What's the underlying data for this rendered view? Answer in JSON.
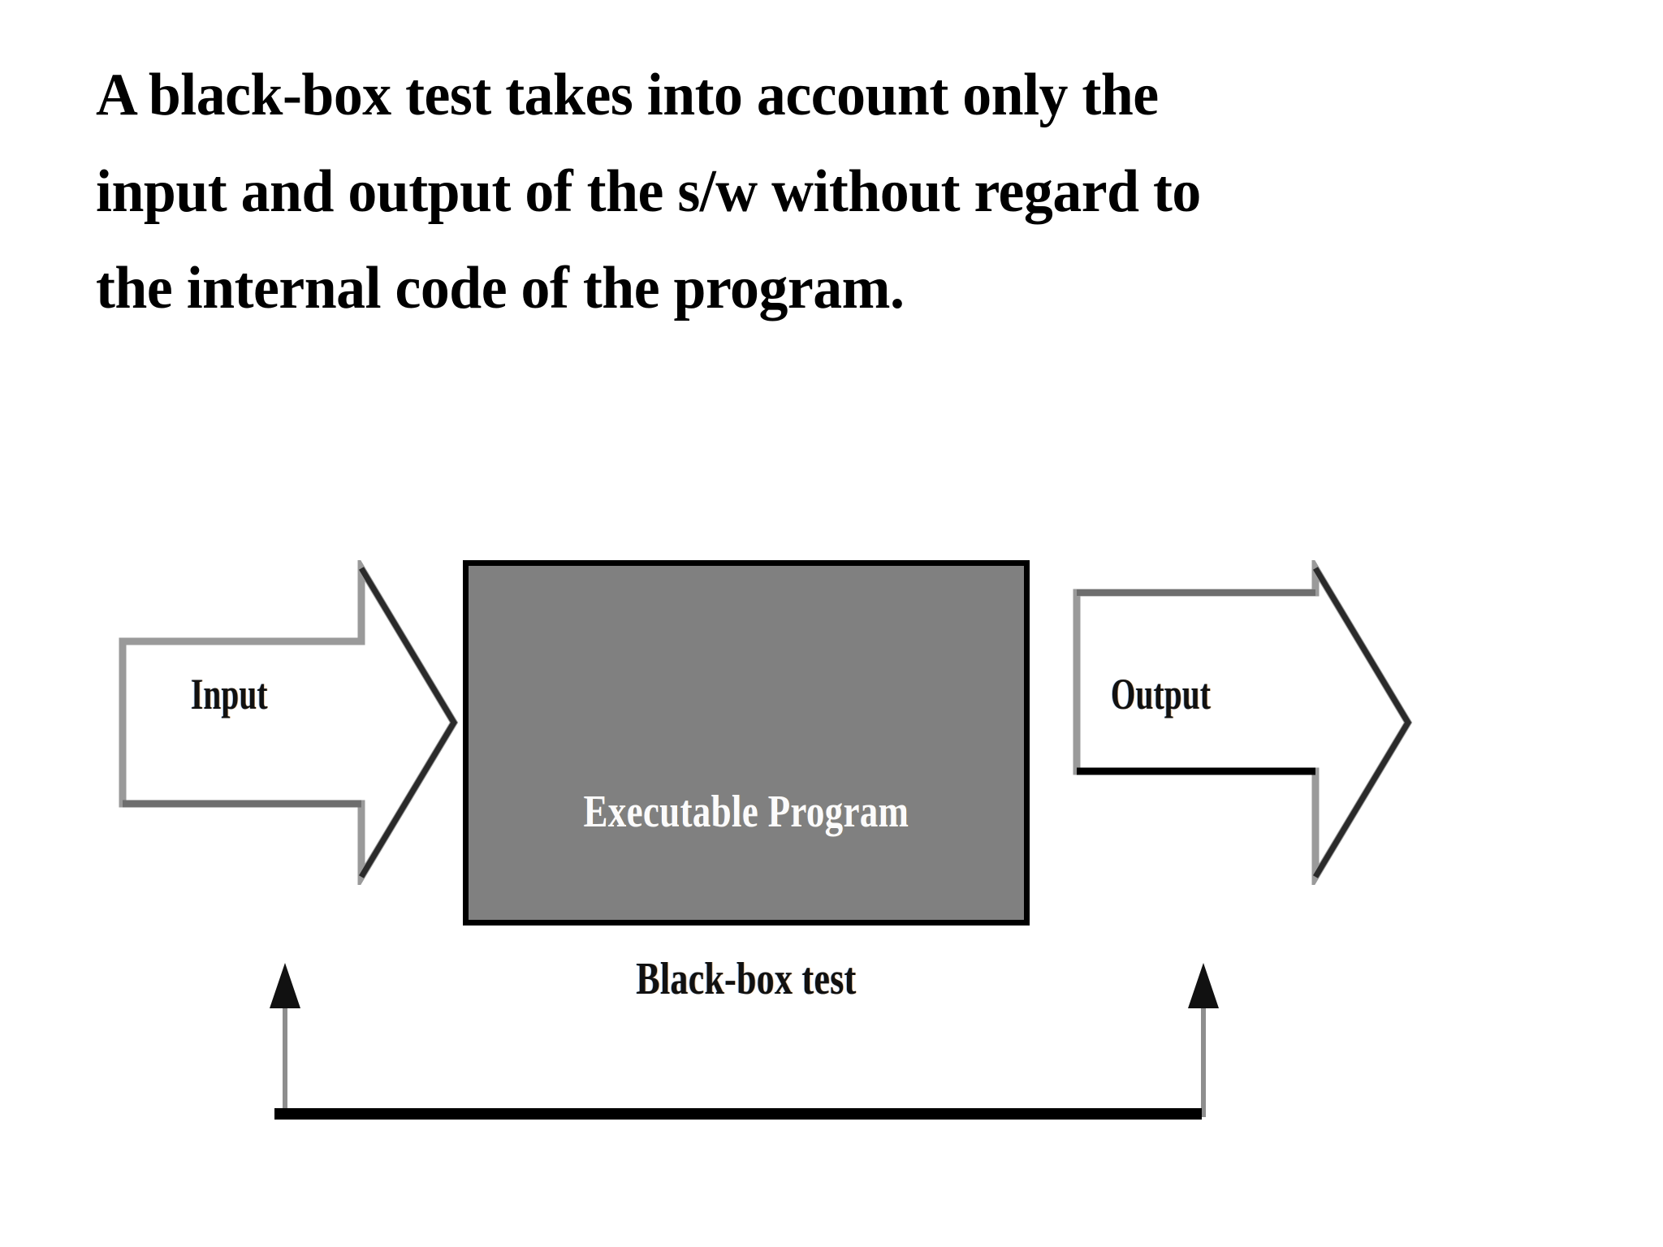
{
  "slide": {
    "background_color": "#ffffff",
    "title_lines": [
      "A black-box test takes into account only the",
      "input and output of the s/w without regard to",
      "the internal code of the program."
    ]
  },
  "diagram": {
    "type": "block-flow",
    "caption": "Black-box test",
    "input_arrow": {
      "label": "Input",
      "direction": "right",
      "fill_color": "#ffffff",
      "outline_color": "#9a9a9a"
    },
    "process_box": {
      "label": "Executable Program",
      "fill_color": "#808080",
      "border_color": "#000000",
      "label_color": "#fbfbfb"
    },
    "output_arrow": {
      "label": "Output",
      "direction": "right",
      "fill_color": "#ffffff",
      "outline_color": "#9a9a9a"
    },
    "bracket": {
      "line_color": "#000000",
      "shaft_color": "#8e8e8e",
      "arrowhead_color": "#111111",
      "points_to": [
        "input-arrow",
        "output-arrow"
      ]
    }
  }
}
